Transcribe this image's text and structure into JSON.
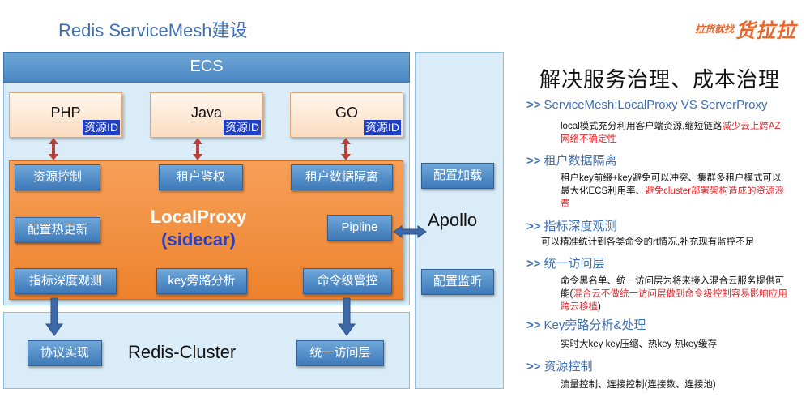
{
  "page": {
    "title": "Redis ServiceMesh建设",
    "logo": {
      "small_text": "拉货就找",
      "big_text": "货拉拉"
    }
  },
  "diagram": {
    "ecs_label": "ECS",
    "clients": [
      {
        "name": "PHP",
        "badge": "资源ID"
      },
      {
        "name": "Java",
        "badge": "资源ID"
      },
      {
        "name": "GO",
        "badge": "资源ID"
      }
    ],
    "proxy": {
      "name": "LocalProxy",
      "subtitle": "(sidecar)",
      "features": {
        "resource_control": "资源控制",
        "tenant_auth": "租户鉴权",
        "tenant_isolation": "租户数据隔离",
        "config_hot_update": "配置热更新",
        "pipeline": "Pipline",
        "metrics": "指标深度观测",
        "key_bypass": "key旁路分析",
        "command_control": "命令级管控"
      }
    },
    "apollo": {
      "label": "Apollo",
      "config_load": "配置加载",
      "config_monitor": "配置监听"
    },
    "redis": {
      "label": "Redis-Cluster",
      "protocol": "协议实现",
      "unified_access": "统一访问层"
    }
  },
  "right_panel": {
    "heading": "解决服务治理、成本治理",
    "marker": ">>",
    "sections": [
      {
        "title": "ServiceMesh:LocalProxy VS ServerProxy",
        "body": "local模式充分利用客户端资源,缩短链路",
        "body_red": "减少云上跨AZ网络不确定性",
        "body_tail": ""
      },
      {
        "title": "租户数据隔离",
        "body": "租户key前缀+key避免可以冲突、集群多租户模式可以最大化ECS利用率、",
        "body_red": "避免cluster部署架构造成的资源浪费",
        "body_tail": ""
      },
      {
        "title": "指标深度观测",
        "body": "可以精准统计到各类命令的rt情况,补充现有监控不足",
        "body_red": "",
        "body_tail": ""
      },
      {
        "title": "统一访问层",
        "body": "命令黑名单、统一访问层为将来接入混合云服务提供可能(",
        "body_red": "混合云不做统一访问层做到命令级控制容易影响应用跨云移植",
        "body_tail": ")"
      },
      {
        "title": "Key旁路分析&处理",
        "body": "实时大key key压缩、热key 热key缓存",
        "body_red": "",
        "body_tail": ""
      },
      {
        "title": "资源控制",
        "body": "流量控制、连接控制(连接数、连接池)",
        "body_red": "",
        "body_tail": ""
      }
    ]
  },
  "colors": {
    "title_blue": "#3e6fb0",
    "proxy_orange": "#ed822c",
    "feature_blue": "#3e79b9",
    "badge_blue": "#1f3fc4",
    "highlight_red": "#e8242a",
    "arrow_red": "#b5423a",
    "arrow_blue": "#3e69a8"
  }
}
